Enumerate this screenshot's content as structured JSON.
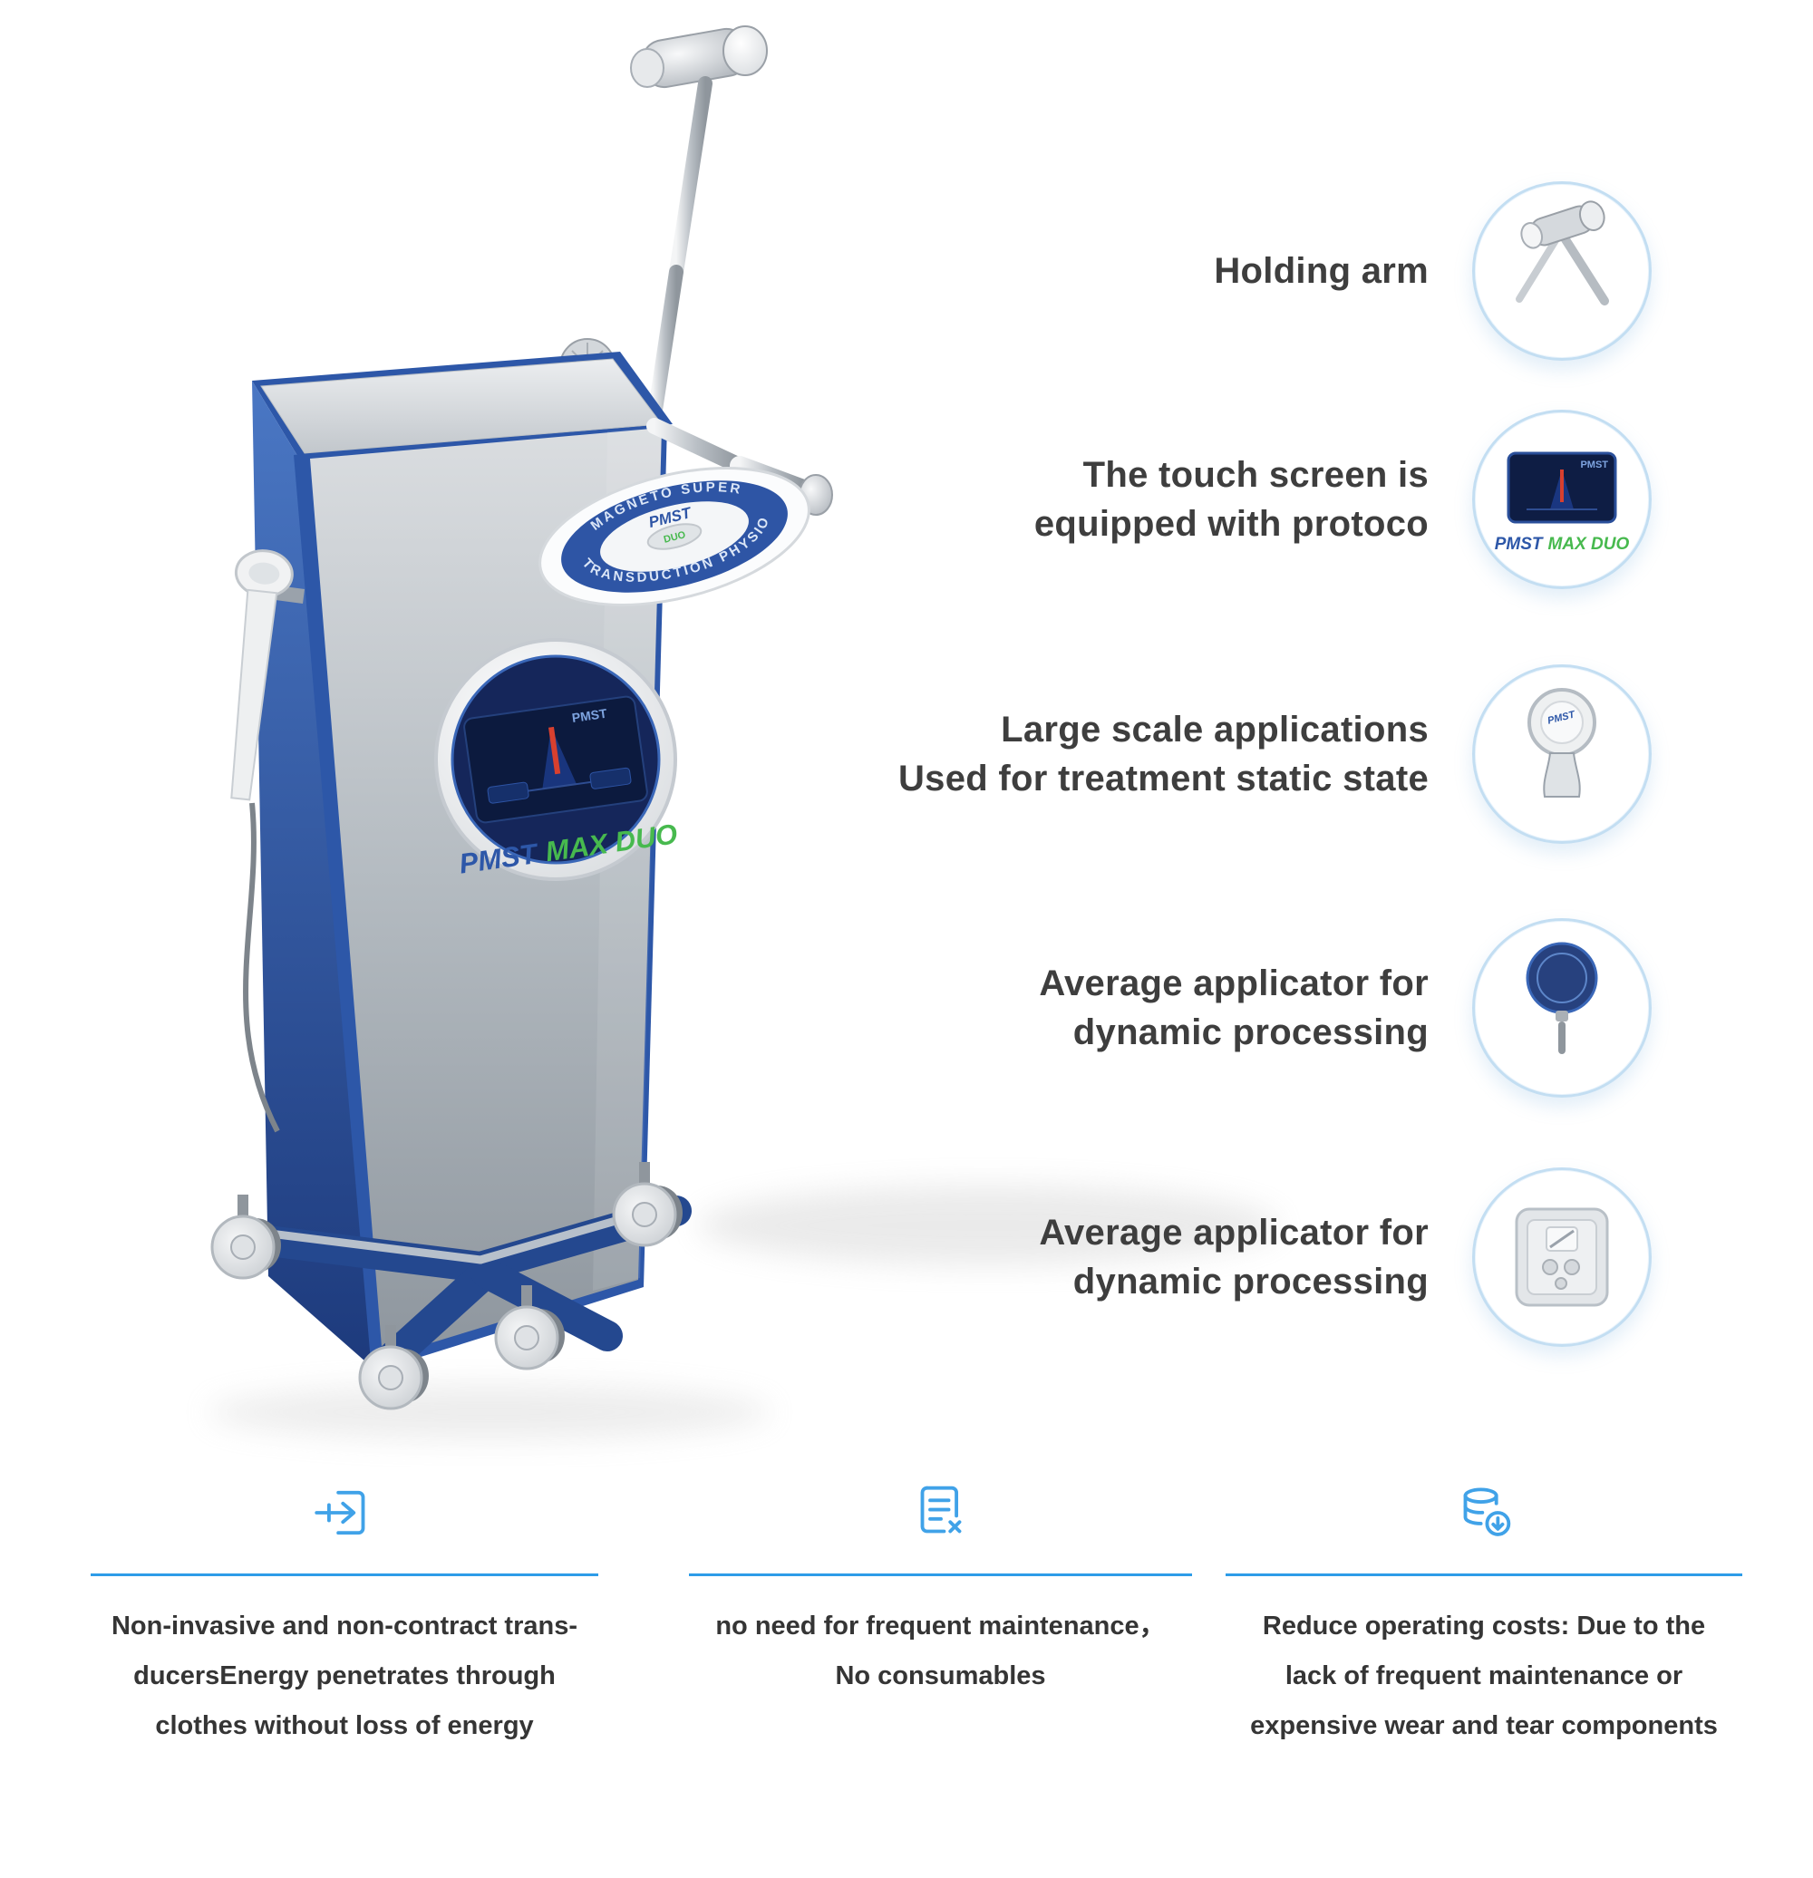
{
  "device": {
    "brand": "PMST",
    "model": "MAX DUO",
    "screen_brand": "PMST",
    "disc_text_top": "MAGNETO SUPER",
    "disc_text_bottom": "TRANSDUCTION PHYSIO",
    "disc_brand": "PMST",
    "disc_model": "DUO",
    "accent_blue": "#2d57a8",
    "accent_green": "#47b94e"
  },
  "callouts": [
    {
      "lines": [
        "Holding arm",
        ""
      ]
    },
    {
      "lines": [
        "The touch screen is",
        "equipped with protoco"
      ],
      "icon_caption_brand": "PMST",
      "icon_caption_model": "MAX DUO"
    },
    {
      "lines": [
        "Large scale applications",
        "Used for treatment static state"
      ]
    },
    {
      "lines": [
        "Average applicator for",
        "dynamic processing"
      ]
    },
    {
      "lines": [
        "Average applicator for",
        "dynamic processing"
      ]
    }
  ],
  "features": [
    {
      "lines": [
        "Non-invasive and non-contract trans-",
        "ducersEnergy penetrates through",
        "clothes without loss of energy"
      ]
    },
    {
      "lines": [
        "no need for frequent maintenance，",
        "No consumables",
        ""
      ]
    },
    {
      "lines": [
        "Reduce operating costs: Due to the",
        "lack of frequent maintenance or",
        "expensive wear and tear components"
      ]
    }
  ],
  "theme": {
    "underline_blue": "#2d9ce8",
    "icon_blue": "#40a2e8",
    "text_dark": "#3e3e3e"
  }
}
